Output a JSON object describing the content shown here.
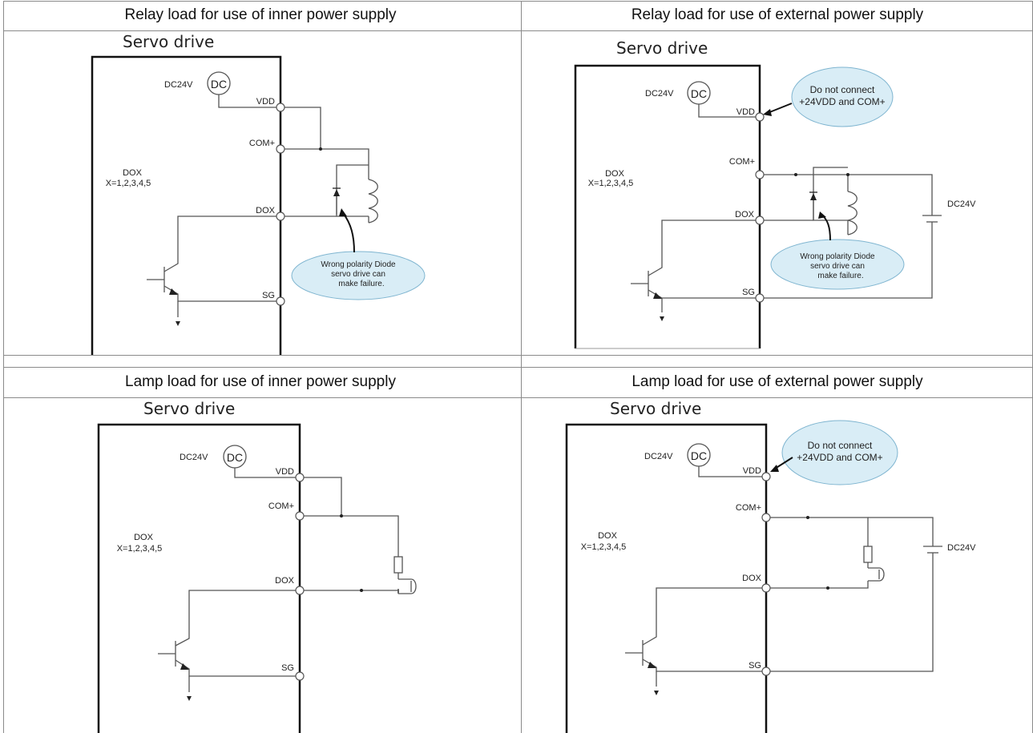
{
  "headers": [
    "Relay load for use of inner power supply",
    "Relay load for use of external power supply",
    "Lamp load for use of inner power supply",
    "Lamp load for use of external power supply"
  ],
  "labels": {
    "servo_drive": "Servo drive",
    "dc24v": "DC24V",
    "dc": "DC",
    "vdd": "VDD",
    "com_plus": "COM+",
    "dox": "DOX",
    "dox_x_line1": "DOX",
    "dox_x_line2": "X=1,2,3,4,5",
    "sg": "SG",
    "ext_dc24v": "DC24V"
  },
  "notes": {
    "wrong_polarity": [
      "Wrong polarity Diode",
      "servo drive can",
      "make failure."
    ],
    "do_not_connect": [
      "Do not connect",
      "+24VDD and COM+"
    ]
  },
  "colors": {
    "grid_line": "#8a8a8a",
    "wire": "#555555",
    "box_border": "#111111",
    "bubble_fill": "#d9edf6",
    "bubble_stroke": "#7fb5d0"
  }
}
